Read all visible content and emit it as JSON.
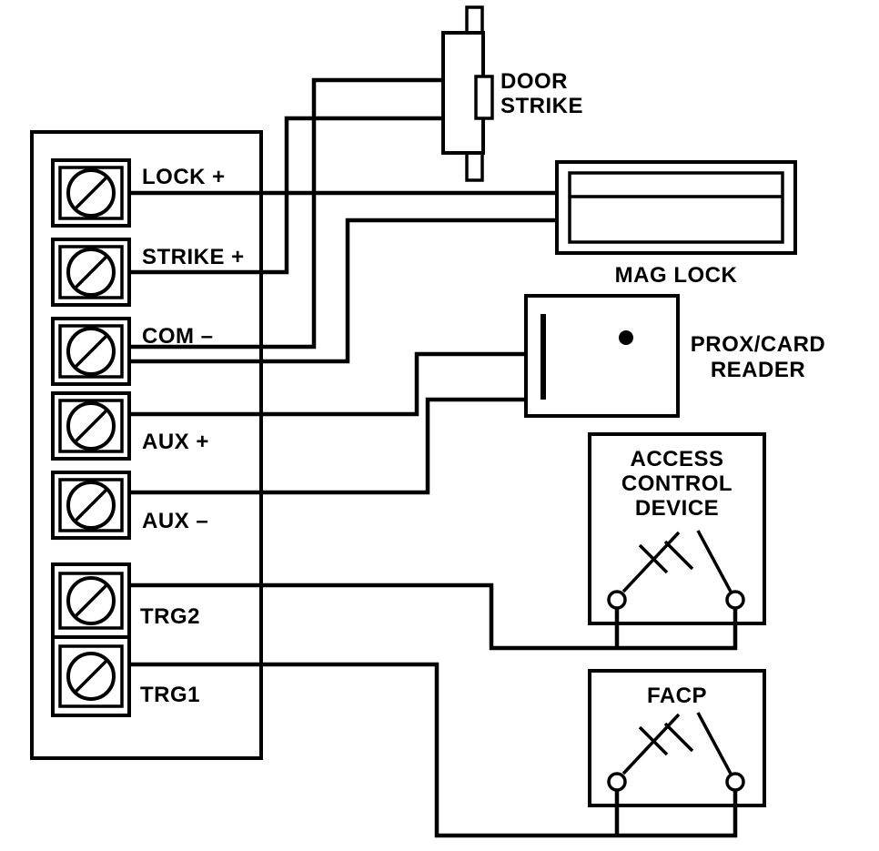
{
  "diagram": {
    "background_color": "#ffffff",
    "line_color": "#000000",
    "text_color": "#000000",
    "panel": {
      "terminals": [
        {
          "id": "lock-plus",
          "label": "LOCK +"
        },
        {
          "id": "strike-plus",
          "label": "STRIKE +"
        },
        {
          "id": "com-minus",
          "label": "COM –"
        },
        {
          "id": "aux-plus",
          "label": "AUX +"
        },
        {
          "id": "aux-minus",
          "label": "AUX –"
        },
        {
          "id": "trg2",
          "label": "TRG2"
        },
        {
          "id": "trg1",
          "label": "TRG1"
        }
      ]
    },
    "devices": {
      "door_strike": {
        "line1": "DOOR",
        "line2": "STRIKE"
      },
      "mag_lock": {
        "label": "MAG LOCK"
      },
      "prox_reader": {
        "line1": "PROX/CARD",
        "line2": "READER"
      },
      "access_control_device": {
        "line1": "ACCESS",
        "line2": "CONTROL",
        "line3": "DEVICE"
      },
      "facp": {
        "label": "FACP"
      }
    },
    "connections": [
      {
        "from": "LOCK +",
        "to": "MAG LOCK"
      },
      {
        "from": "STRIKE +",
        "to": "DOOR STRIKE"
      },
      {
        "from": "COM –",
        "to": "DOOR STRIKE"
      },
      {
        "from": "COM –",
        "to": "MAG LOCK"
      },
      {
        "from": "AUX +",
        "to": "PROX/CARD READER"
      },
      {
        "from": "AUX –",
        "to": "PROX/CARD READER"
      },
      {
        "from": "TRG2",
        "to": "ACCESS CONTROL DEVICE"
      },
      {
        "from": "TRG1",
        "to": "FACP"
      }
    ]
  }
}
